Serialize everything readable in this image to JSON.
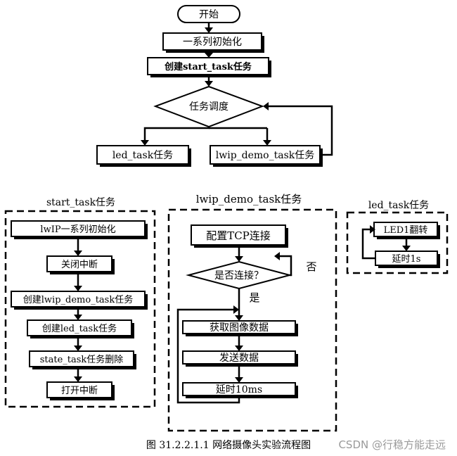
{
  "top_flow": {
    "start": "开始",
    "init": "一系列初始化",
    "create_start_task": "创建start_task任务",
    "schedule": "任务调度",
    "led_task": "led_task任务",
    "lwip_demo_task": "lwip_demo_task任务"
  },
  "start_task_panel": {
    "title": "start_task任务",
    "steps": [
      "lwIP一系列初始化",
      "关闭中断",
      "创建lwip_demo_task任务",
      "创建led_task任务",
      "state_task任务删除",
      "打开中断"
    ]
  },
  "lwip_demo_panel": {
    "title": "lwip_demo_task任务",
    "connect": "配置TCP连接",
    "decision": "是否连接？",
    "no_label": "否",
    "yes_label": "是",
    "loop_steps": [
      "获取图像数据",
      "发送数据",
      "延时10ms"
    ]
  },
  "led_panel": {
    "title": "led_task任务",
    "steps": [
      "LED1翻转",
      "延时1s"
    ]
  },
  "caption": "图 31.2.2.1.1 网络摄像头实验流程图",
  "watermark": "CSDN @行稳方能走远"
}
